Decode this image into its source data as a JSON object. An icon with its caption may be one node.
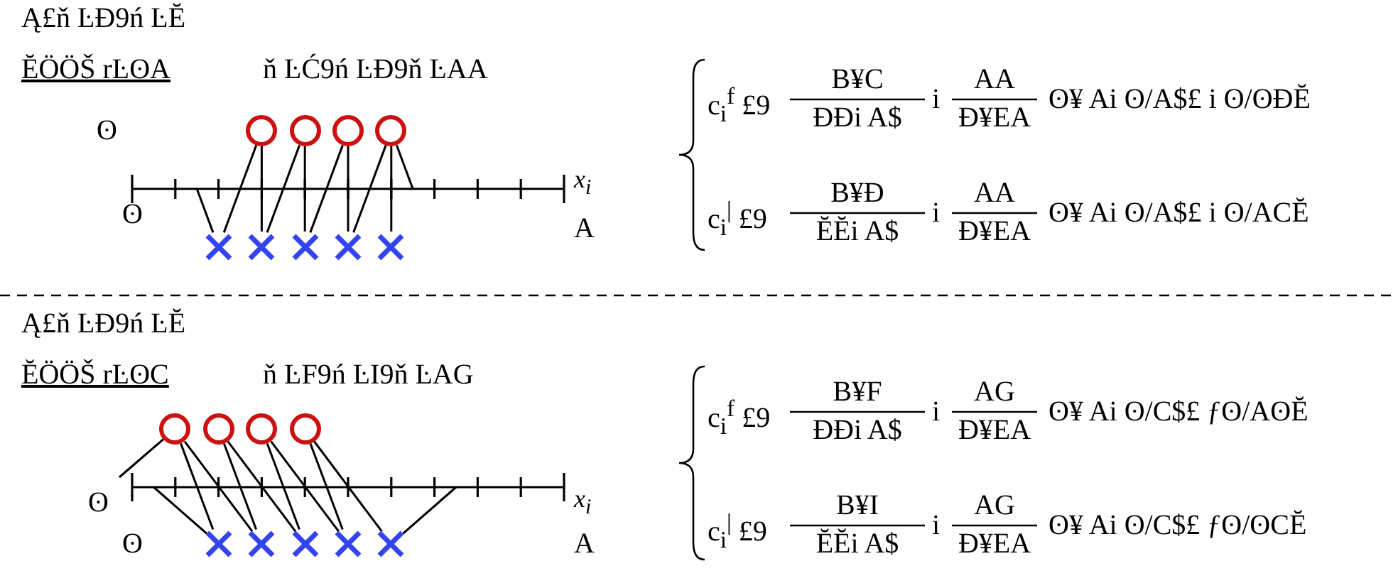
{
  "diagram": {
    "nodes": [
      {
        "text": [],
        "shape": "circle"
      },
      {
        "text": [],
        "shape": "circle"
      },
      {
        "text": [],
        "shape": "circle"
      },
      {
        "text": [],
        "shape": "circle"
      },
      {
        "text": [],
        "shape": "cross"
      },
      {
        "text": [],
        "shape": "cross"
      },
      {
        "text": [],
        "shape": "cross"
      },
      {
        "text": [],
        "shape": "cross"
      },
      {
        "text": [],
        "shape": "cross"
      },
      {
        "text": [],
        "shape": "circle"
      },
      {
        "text": [],
        "shape": "circle"
      },
      {
        "text": [],
        "shape": "circle"
      },
      {
        "text": [],
        "shape": "circle"
      },
      {
        "text": [],
        "shape": "cross"
      },
      {
        "text": [],
        "shape": "cross"
      },
      {
        "text": [],
        "shape": "cross"
      },
      {
        "text": [],
        "shape": "cross"
      },
      {
        "text": [],
        "shape": "cross"
      }
    ],
    "edges": [
      {
        "from": 4,
        "to": null,
        "arrow": "none"
      },
      {
        "from": 0,
        "to": 4,
        "arrow": "none"
      },
      {
        "from": 0,
        "to": 5,
        "arrow": "none"
      },
      {
        "from": 1,
        "to": 5,
        "arrow": "none"
      },
      {
        "from": 1,
        "to": 6,
        "arrow": "none"
      },
      {
        "from": 2,
        "to": 6,
        "arrow": "none"
      },
      {
        "from": 2,
        "to": 7,
        "arrow": "none"
      },
      {
        "from": 3,
        "to": 7,
        "arrow": "none"
      },
      {
        "from": 3,
        "to": 8,
        "arrow": "none"
      },
      {
        "from": 3,
        "to": null,
        "arrow": "none"
      },
      {
        "from": 9,
        "to": null,
        "arrow": "none"
      },
      {
        "from": 13,
        "to": null,
        "arrow": "none"
      },
      {
        "from": 9,
        "to": 13,
        "arrow": "none"
      },
      {
        "from": 9,
        "to": 14,
        "arrow": "none"
      },
      {
        "from": 10,
        "to": 14,
        "arrow": "none"
      },
      {
        "from": 10,
        "to": 15,
        "arrow": "none"
      },
      {
        "from": 11,
        "to": 15,
        "arrow": "none"
      },
      {
        "from": 11,
        "to": 16,
        "arrow": "none"
      },
      {
        "from": 12,
        "to": 16,
        "arrow": "none"
      },
      {
        "from": 12,
        "to": 17,
        "arrow": "none"
      },
      {
        "from": 17,
        "to": null,
        "arrow": "none"
      }
    ],
    "labels": [
      "Ą£ň ĿĐ9ń ĿĔ",
      "ĔÖÖŠ rĿʘA",
      "ň ĿĆ9ń ĿĐ9ň ĿAA",
      "ʘ",
      "x$_{i}$",
      "ʘ",
      "A",
      "c$_{i}$$^{f}$ £9",
      "B¥C",
      "ĐĐi A$",
      "i",
      "AA",
      "Đ¥EA",
      "ʘ¥ Ai ʘ/A$£ i ʘ/ʘĐĔ",
      "c$_{i}$$^{|}$ £9",
      "B¥Đ",
      "ĔĔi A$",
      "i",
      "AA",
      "Đ¥EA",
      "ʘ¥ Ai ʘ/A$£ i ʘ/ACĔ",
      "Ą£ň ĿĐ9ń ĿĔ",
      "ĔÖÖŠ rĿʘC",
      "ň ĿF9ń ĿI9ň ĿAG",
      "ʘ",
      "x$_{i}$",
      "ʘ",
      "A",
      "c$_{i}$$^{f}$ £9",
      "B¥F",
      "ĐĐi A$",
      "i",
      "AG",
      "Đ¥EA",
      "ʘ¥ Ai ʘ/C$£ ƒʘ/AʘĔ",
      "c$_{i}$$^{|}$ £9",
      "B¥I",
      "ĔĔi A$",
      "i",
      "AG",
      "Đ¥EA",
      "ʘ¥ Ai ʘ/C$£ ƒʘ/ʘCĔ"
    ]
  }
}
